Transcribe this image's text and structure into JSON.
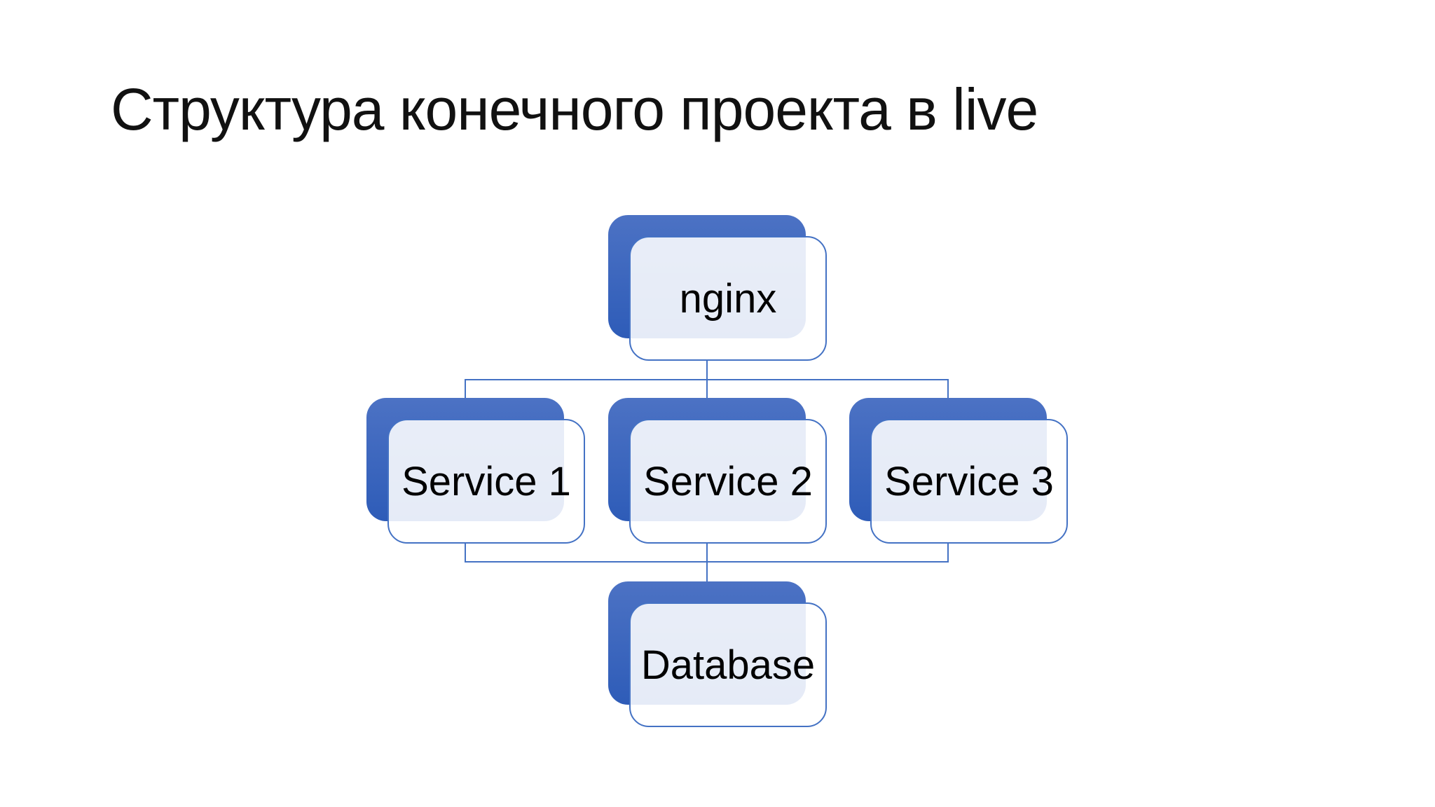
{
  "slide": {
    "title": "Структура конечного проекта в live",
    "background_color": "#FFFFFF",
    "title_color": "#111111"
  },
  "diagram": {
    "type": "hierarchy",
    "accent_color": "#4472C4",
    "node_back_gradient_top": "#4C72C4",
    "node_back_gradient_bottom": "#2E5CB8",
    "node_front_fill": "rgba(255,255,255,0.88)",
    "connector_color": "#4472C4",
    "nodes": [
      {
        "id": "nginx",
        "label": "nginx",
        "level": 1
      },
      {
        "id": "service1",
        "label": "Service 1",
        "level": 2
      },
      {
        "id": "service2",
        "label": "Service 2",
        "level": 2
      },
      {
        "id": "service3",
        "label": "Service 3",
        "level": 2
      },
      {
        "id": "database",
        "label": "Database",
        "level": 3
      }
    ],
    "edges": [
      {
        "from": "nginx",
        "to": "service1"
      },
      {
        "from": "nginx",
        "to": "service2"
      },
      {
        "from": "nginx",
        "to": "service3"
      },
      {
        "from": "service1",
        "to": "database"
      },
      {
        "from": "service2",
        "to": "database"
      },
      {
        "from": "service3",
        "to": "database"
      }
    ]
  }
}
